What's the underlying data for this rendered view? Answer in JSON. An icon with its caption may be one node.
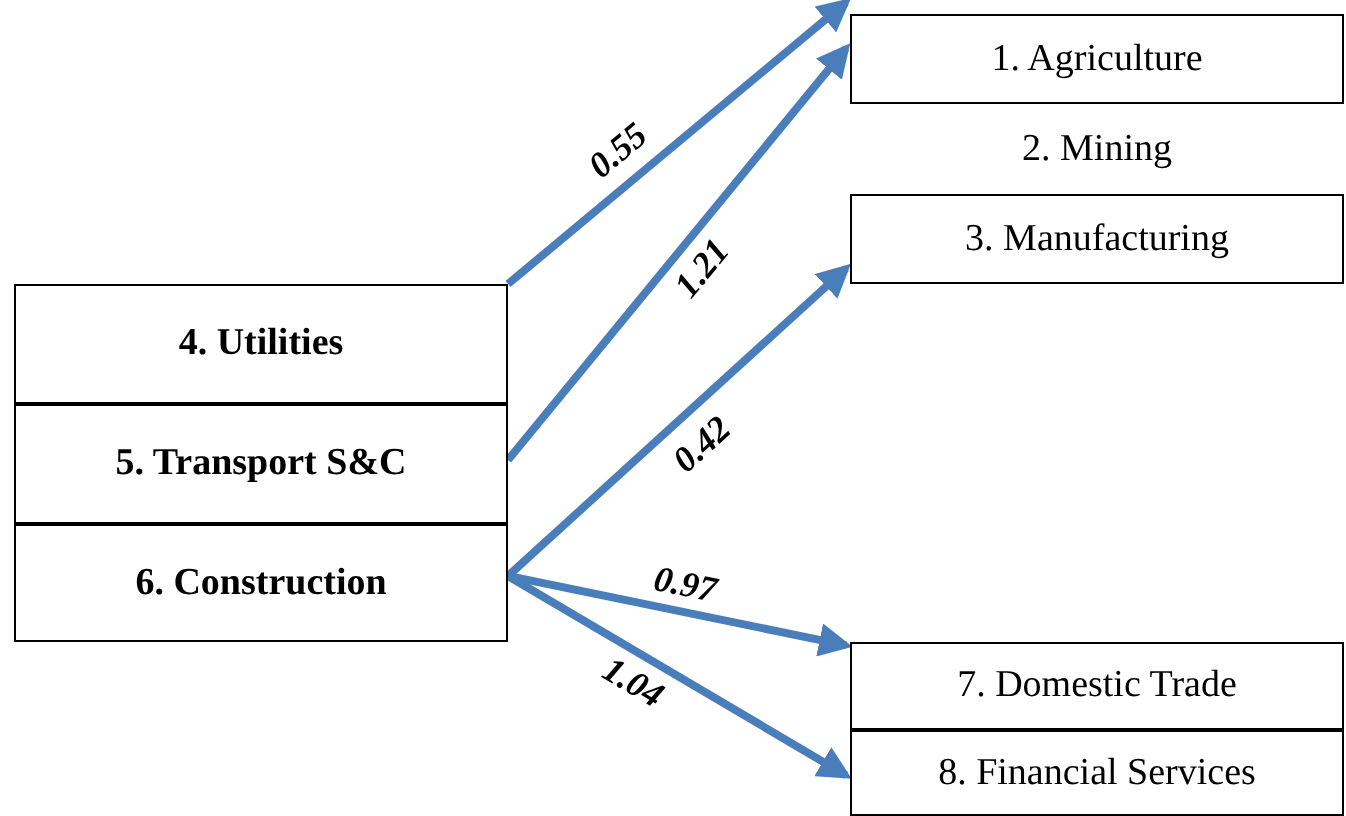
{
  "diagram": {
    "nodes": [
      {
        "text": [
          "1. Agriculture"
        ]
      },
      {
        "text": [
          "2. Mining"
        ]
      },
      {
        "text": [
          "3. Manufacturing"
        ]
      },
      {
        "text": [
          "4. Utilities"
        ]
      },
      {
        "text": [
          "5. Transport S&C"
        ]
      },
      {
        "text": [
          "6. Construction"
        ]
      },
      {
        "text": [
          "7. Domestic Trade"
        ]
      },
      {
        "text": [
          "8. Financial Services"
        ]
      }
    ],
    "edges": [
      {
        "from": 3,
        "to": 0,
        "arrow": "to",
        "label": "0.55"
      },
      {
        "from": 4,
        "to": 0,
        "arrow": "to",
        "label": "1.21"
      },
      {
        "from": 5,
        "to": 2,
        "arrow": "to",
        "label": "0.42"
      },
      {
        "from": 5,
        "to": 6,
        "arrow": "to",
        "label": "0.97"
      },
      {
        "from": 5,
        "to": 7,
        "arrow": "to",
        "label": "1.04"
      }
    ]
  }
}
